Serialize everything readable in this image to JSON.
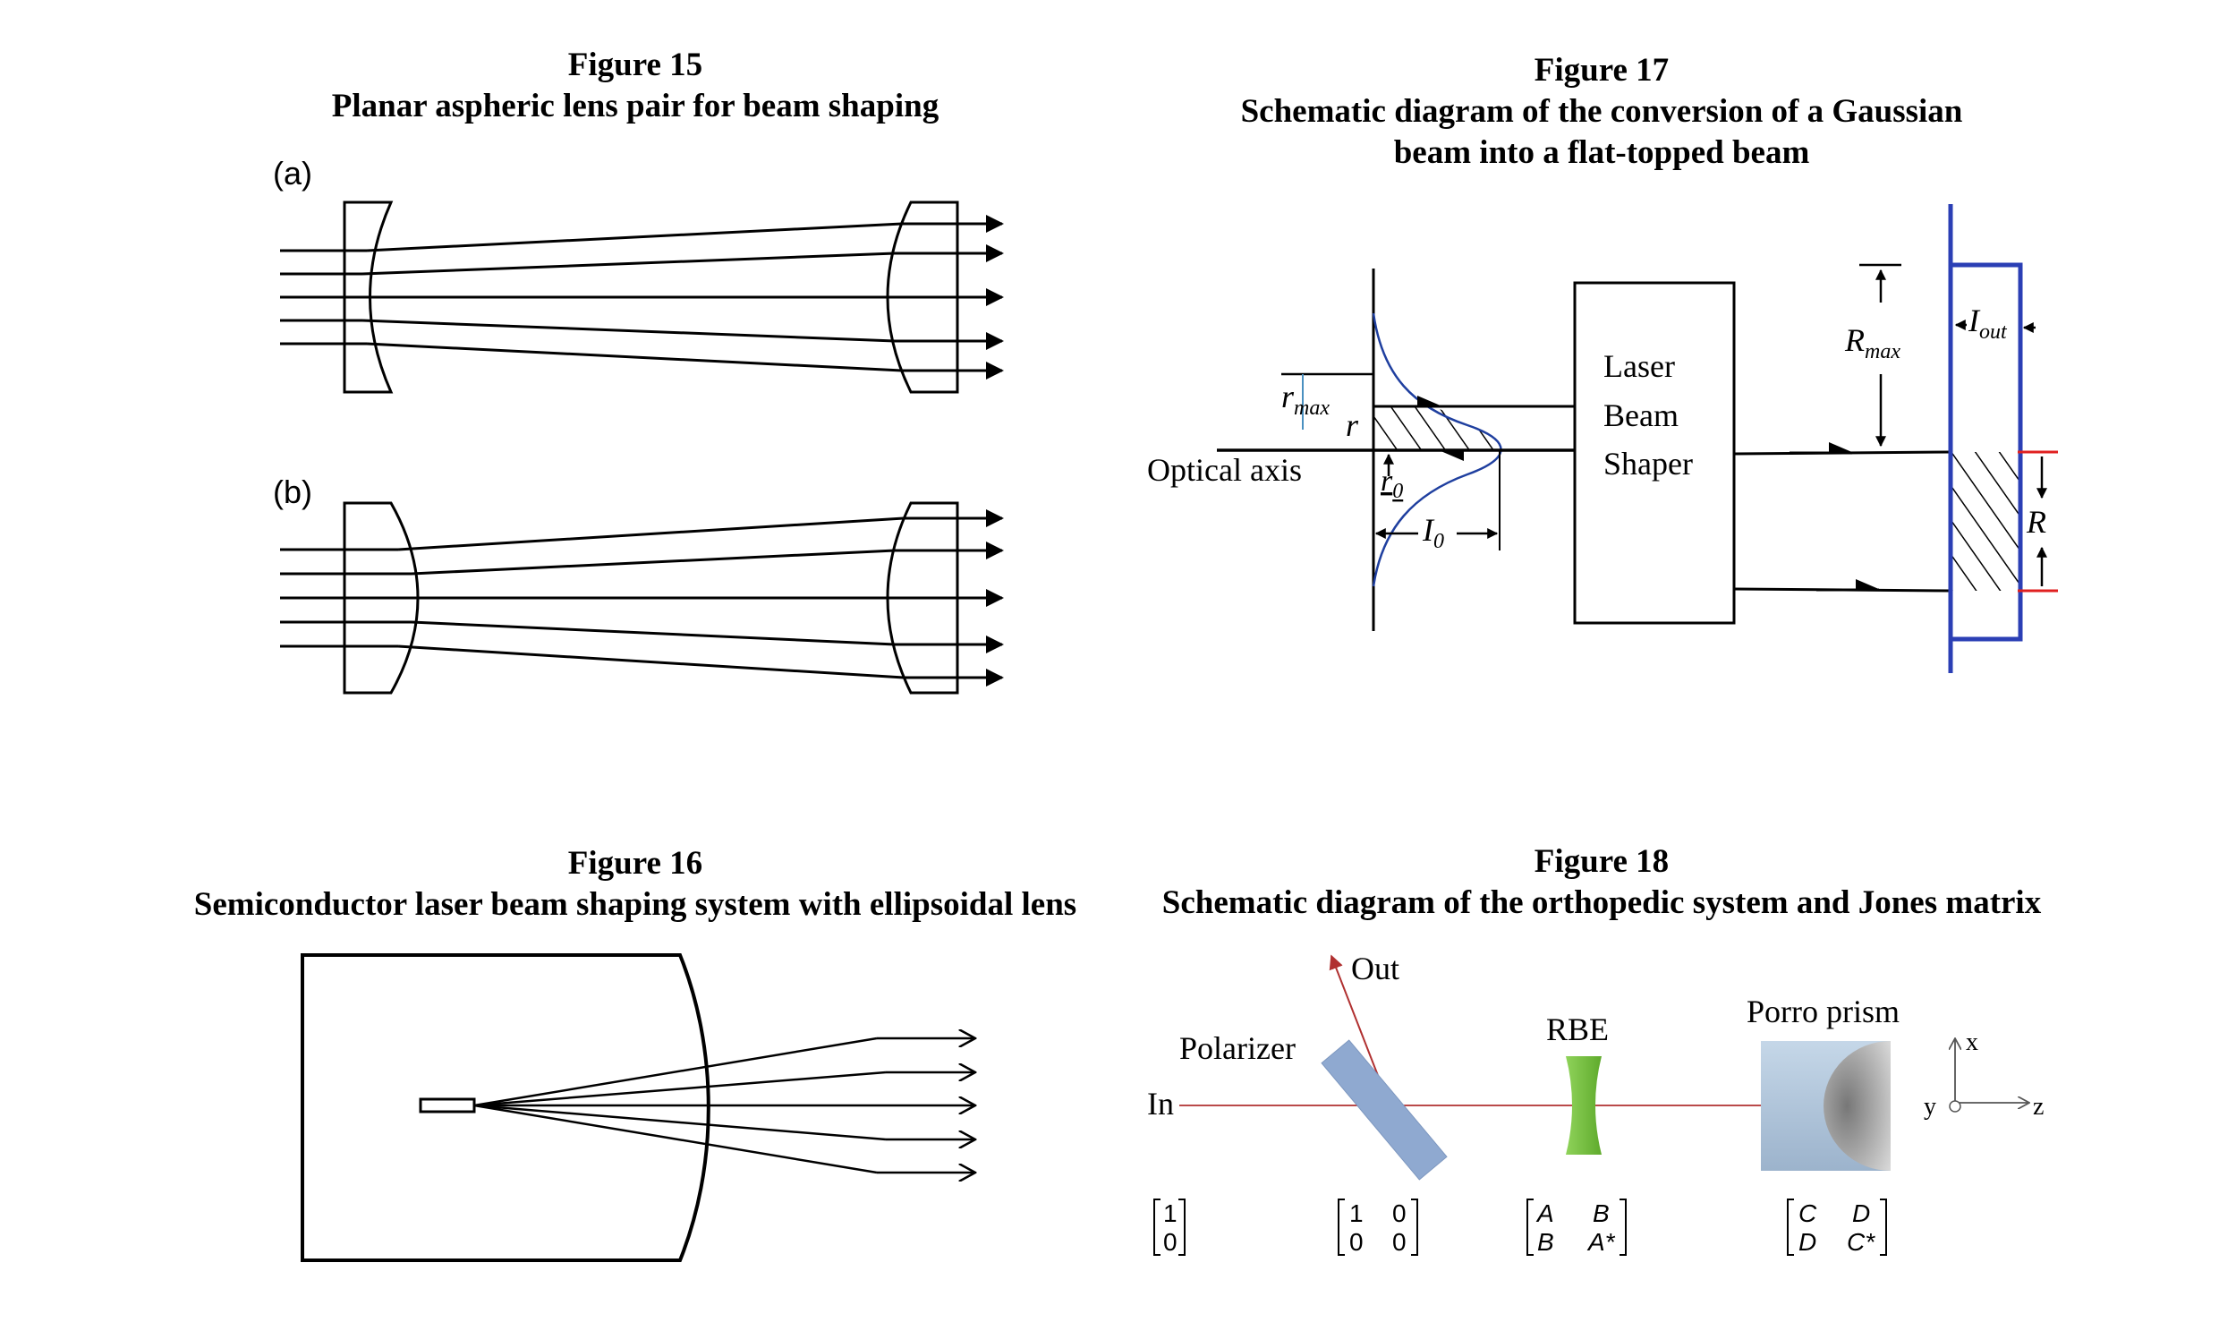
{
  "figure15": {
    "number": "Figure 15",
    "title": "Planar aspheric lens pair for beam shaping",
    "panel_a": "(a)",
    "panel_b": "(b)"
  },
  "figure16": {
    "number": "Figure 16",
    "title": "Semiconductor laser beam shaping system with ellipsoidal lens"
  },
  "figure17": {
    "number": "Figure 17",
    "title_line1": "Schematic diagram of the conversion of a Gaussian",
    "title_line2": "beam into a flat-topped beam",
    "optical_axis": "Optical axis",
    "rmax_base": "r",
    "rmax_sub": "max",
    "r": "r",
    "r0_base": "r",
    "r0_sub": "0",
    "I0_base": "I",
    "I0_sub": "0",
    "shaper_line1": "Laser",
    "shaper_line2": "Beam",
    "shaper_line3": "Shaper",
    "Rmax_base": "R",
    "Rmax_sub": "max",
    "Iout_base": "I",
    "Iout_sub": "out",
    "R": "R"
  },
  "figure18": {
    "number": "Figure 18",
    "title": "Schematic diagram of the orthopedic system and Jones matrix",
    "out": "Out",
    "polarizer": "Polarizer",
    "in": "In",
    "rbe": "RBE",
    "porro": "Porro prism",
    "axis_x": "x",
    "axis_y": "y",
    "axis_z": "z",
    "matrix_in": [
      "1",
      "0"
    ],
    "matrix_polarizer": [
      "1",
      "0",
      "0",
      "0"
    ],
    "matrix_rbe": [
      "A",
      "B",
      "B",
      "A*"
    ],
    "matrix_porro": [
      "C",
      "D",
      "D",
      "C*"
    ]
  },
  "colors": {
    "gaussian_curve": "#1f3f9f",
    "flat_top_frame": "#2b3fb5",
    "red_marks": "#e02020",
    "laser_path": "#b03030",
    "polarizer": "#8fa9d0",
    "rbe": "#7ac943",
    "prism_light": "#b9cde0"
  }
}
